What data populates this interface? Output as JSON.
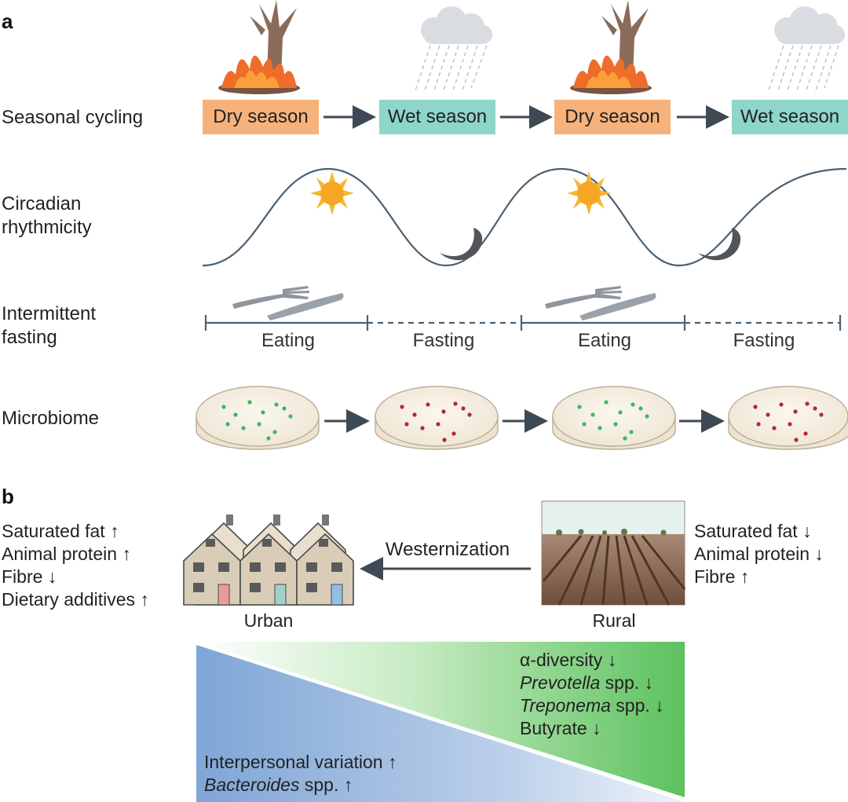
{
  "panel_a": {
    "letter": "a",
    "row_labels": {
      "seasonal": "Seasonal cycling",
      "circadian_1": "Circadian",
      "circadian_2": "rhythmicity",
      "fasting_1": "Intermittent",
      "fasting_2": "fasting",
      "microbiome": "Microbiome"
    },
    "seasons": [
      "Dry season",
      "Wet season",
      "Dry season",
      "Wet season"
    ],
    "periods": [
      "Eating",
      "Fasting",
      "Eating",
      "Fasting"
    ]
  },
  "panel_b": {
    "letter": "b",
    "urban_facts": [
      "Saturated fat ↑",
      "Animal protein ↑",
      "Fibre ↓",
      "Dietary additives ↑"
    ],
    "rural_facts": [
      "Saturated fat ↓",
      "Animal protein ↓",
      "Fibre ↑"
    ],
    "arrow_label": "Westernization",
    "urban_label": "Urban",
    "rural_label": "Rural",
    "green_list": [
      {
        "italic": "",
        "text": "α-diversity ↓"
      },
      {
        "italic": "Prevotella",
        "text": " spp. ↓"
      },
      {
        "italic": "Treponema",
        "text": " spp. ↓"
      },
      {
        "italic": "",
        "text": "Butyrate ↓"
      }
    ],
    "blue_list": [
      {
        "italic": "",
        "text": "Interpersonal variation ↑"
      },
      {
        "italic": "Bacteroides",
        "text": " spp. ↑"
      }
    ]
  },
  "colors": {
    "dry": "#f6b27a",
    "wet": "#8ed6c9",
    "green_dots": "#3bb86a",
    "red_dots": "#b5263a",
    "wave": "#4a6174",
    "blue": "#7fa6d6",
    "green": "#5cc15e"
  }
}
